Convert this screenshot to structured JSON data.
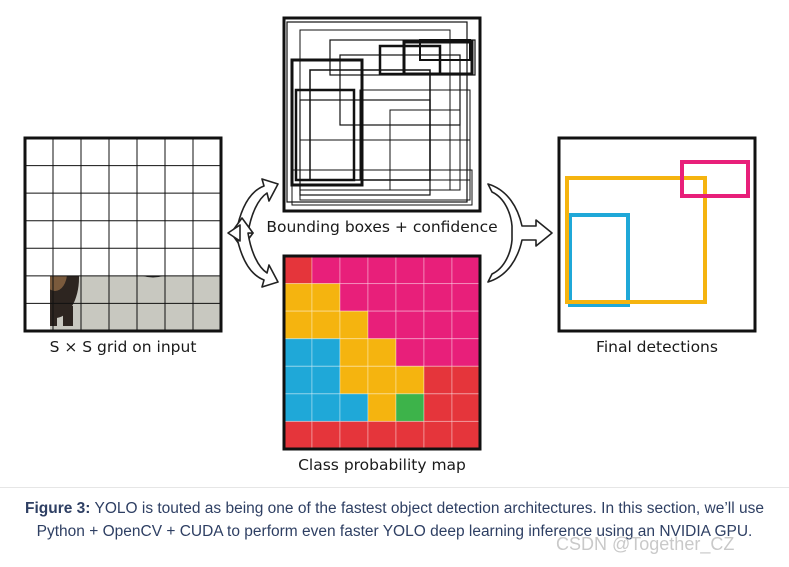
{
  "figure": {
    "labels": {
      "input": "S × S grid on input",
      "bboxes": "Bounding boxes + confidence",
      "classmap": "Class probability map",
      "final": "Final detections"
    }
  },
  "caption": {
    "lead": "Figure 3:",
    "text": "YOLO is touted as being one of the fastest object detection architectures. In this section, we’ll use Python + OpenCV + CUDA to perform even faster YOLO deep learning inference using an NVIDIA GPU."
  },
  "watermark": "CSDN @Together_CZ",
  "colors": {
    "magenta": "#e81f7a",
    "yellow": "#f5b40f",
    "cyan": "#1fa8d8",
    "green": "#3db34a",
    "red": "#e5353b"
  },
  "class_map": {
    "cols": 7,
    "rows": 7,
    "cells": [
      [
        "red",
        "magenta",
        "magenta",
        "magenta",
        "magenta",
        "magenta",
        "magenta"
      ],
      [
        "yellow",
        "yellow",
        "magenta",
        "magenta",
        "magenta",
        "magenta",
        "magenta"
      ],
      [
        "yellow",
        "yellow",
        "yellow",
        "magenta",
        "magenta",
        "magenta",
        "magenta"
      ],
      [
        "cyan",
        "cyan",
        "yellow",
        "yellow",
        "magenta",
        "magenta",
        "magenta"
      ],
      [
        "cyan",
        "cyan",
        "yellow",
        "yellow",
        "yellow",
        "red",
        "red"
      ],
      [
        "cyan",
        "cyan",
        "cyan",
        "yellow",
        "green",
        "red",
        "red"
      ],
      [
        "red",
        "red",
        "red",
        "red",
        "red",
        "red",
        "red"
      ]
    ]
  },
  "icons": {
    "left_arrow": "split-arrow-icon",
    "right_arrow": "merge-arrow-icon"
  }
}
